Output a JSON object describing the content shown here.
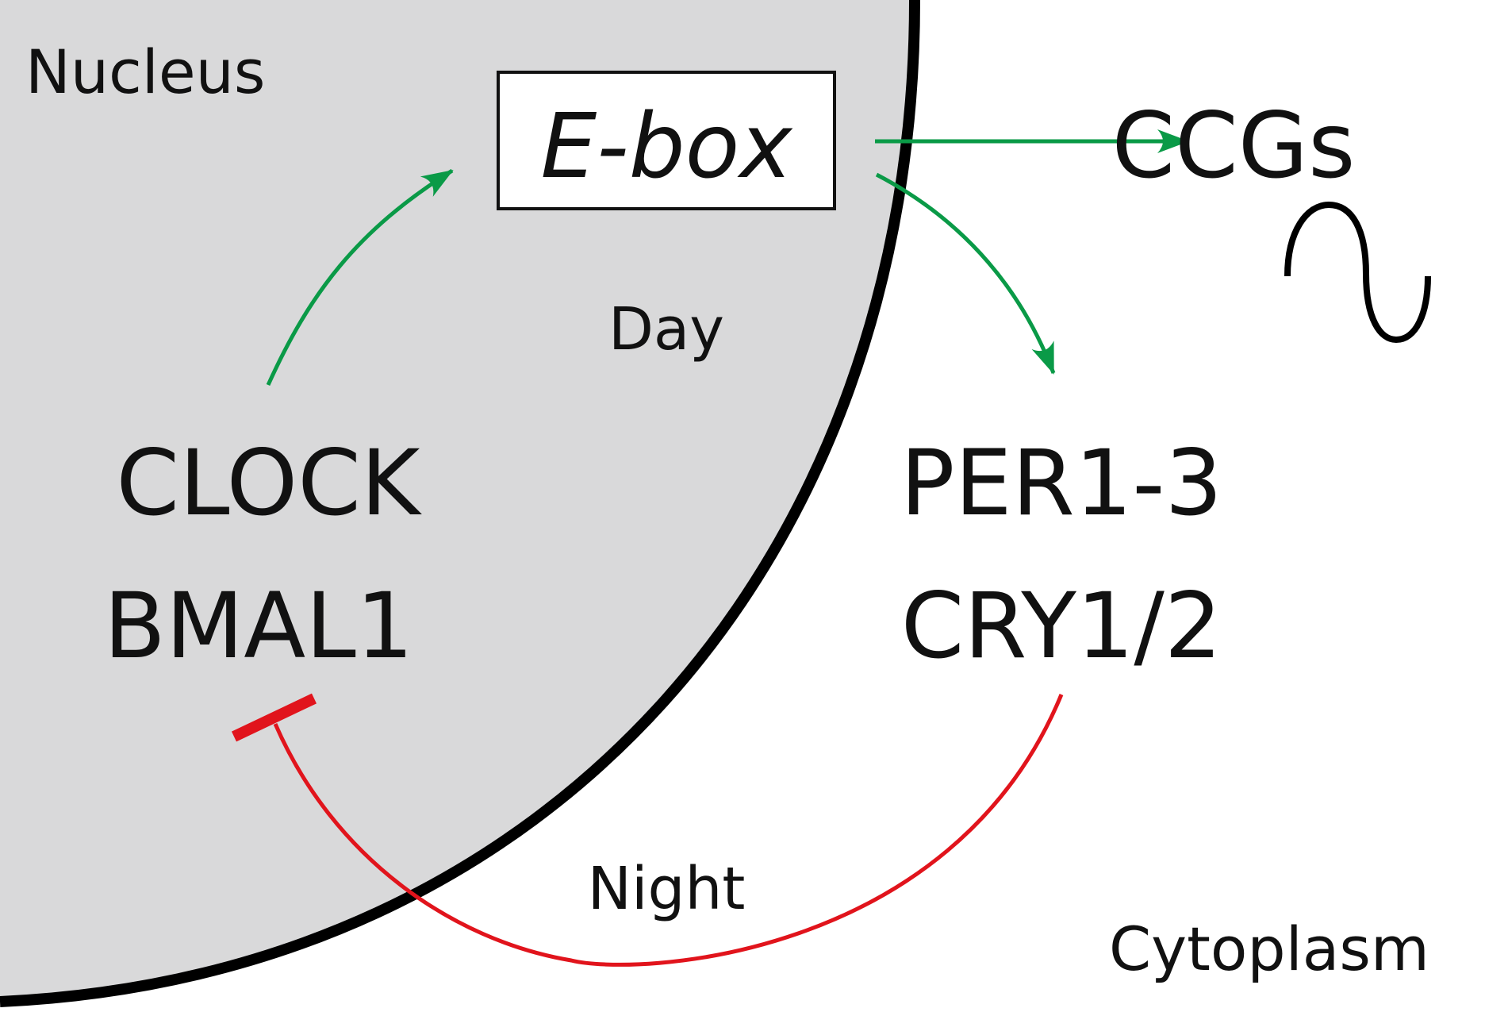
{
  "diagram": {
    "regions": {
      "nucleus": "Nucleus",
      "cytoplasm": "Cytoplasm"
    },
    "phases": {
      "day": "Day",
      "night": "Night"
    },
    "nodes": {
      "ebox": "E-box",
      "ccgs": "CCGs",
      "clock": "CLOCK",
      "bmal1": "BMAL1",
      "per": "PER1-3",
      "cry": "CRY1/2"
    },
    "edges": [
      {
        "from": "CLOCK/BMAL1",
        "to": "E-box",
        "type": "activation"
      },
      {
        "from": "E-box",
        "to": "CCGs",
        "type": "activation"
      },
      {
        "from": "E-box",
        "to": "PER1-3/CRY1/2",
        "type": "activation"
      },
      {
        "from": "PER1-3/CRY1/2",
        "to": "CLOCK/BMAL1",
        "type": "inhibition"
      }
    ],
    "colors": {
      "nucleus_fill": "#d9d9da",
      "membrane": "#000000",
      "activation": "#0a9a47",
      "inhibition": "#e1141c",
      "text": "#111111"
    }
  }
}
